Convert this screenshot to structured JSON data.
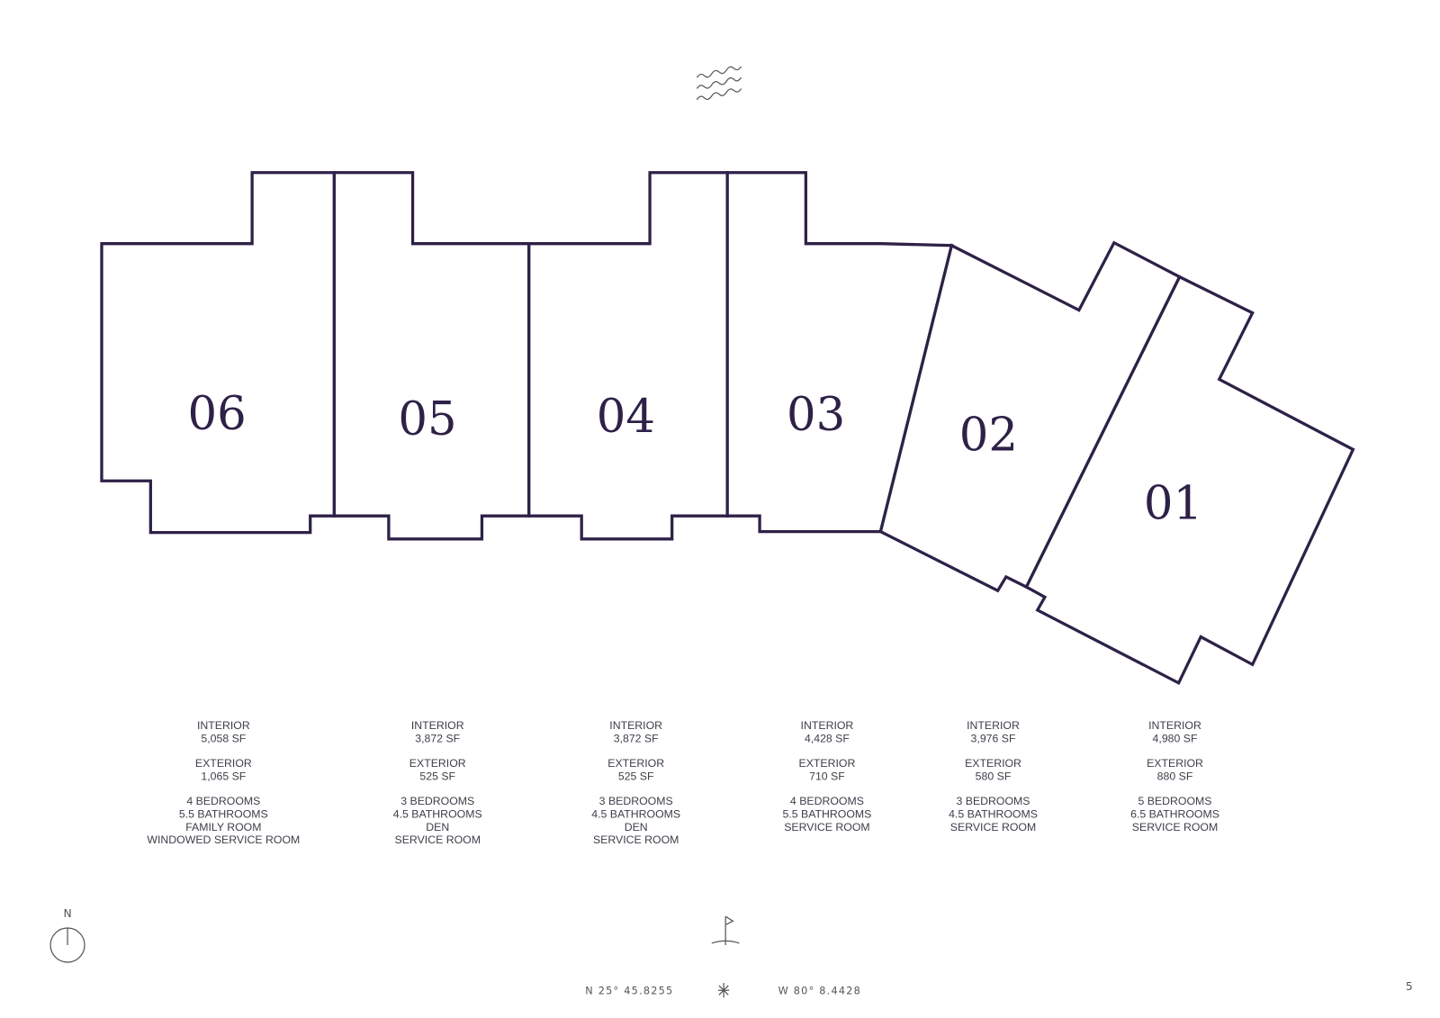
{
  "units": [
    {
      "label": "06",
      "lines": [
        "INTERIOR",
        "5,058 SF",
        "",
        "EXTERIOR",
        "1,065 SF",
        "",
        "4 BEDROOMS",
        "5.5 BATHROOMS",
        "FAMILY ROOM",
        "WINDOWED SERVICE ROOM"
      ]
    },
    {
      "label": "05",
      "lines": [
        "INTERIOR",
        "3,872 SF",
        "",
        "EXTERIOR",
        "525 SF",
        "",
        "3 BEDROOMS",
        "4.5 BATHROOMS",
        "DEN",
        "SERVICE ROOM"
      ]
    },
    {
      "label": "04",
      "lines": [
        "INTERIOR",
        "3,872 SF",
        "",
        "EXTERIOR",
        "525 SF",
        "",
        "3 BEDROOMS",
        "4.5 BATHROOMS",
        "DEN",
        "SERVICE ROOM"
      ]
    },
    {
      "label": "03",
      "lines": [
        "INTERIOR",
        "4,428 SF",
        "",
        "EXTERIOR",
        "710 SF",
        "",
        "4 BEDROOMS",
        "5.5 BATHROOMS",
        "SERVICE ROOM"
      ]
    },
    {
      "label": "02",
      "lines": [
        "INTERIOR",
        "3,976 SF",
        "",
        "EXTERIOR",
        "580 SF",
        "",
        "3 BEDROOMS",
        "4.5 BATHROOMS",
        "SERVICE ROOM"
      ]
    },
    {
      "label": "01",
      "lines": [
        "INTERIOR",
        "4,980 SF",
        "",
        "EXTERIOR",
        "880 SF",
        "",
        "5 BEDROOMS",
        "6.5 BATHROOMS",
        "SERVICE ROOM"
      ]
    }
  ],
  "compass": {
    "north_label": "N"
  },
  "footer": {
    "latitude": "N 25° 45.8255",
    "longitude": "W 80° 8.4428",
    "page_number": "5"
  },
  "icons": {
    "top": "ocean-waves-icon",
    "bottom": "golf-flag-icon",
    "center": "compass-star-icon"
  },
  "colors": {
    "outline": "#2e2147",
    "text": "#3e3e4a"
  }
}
